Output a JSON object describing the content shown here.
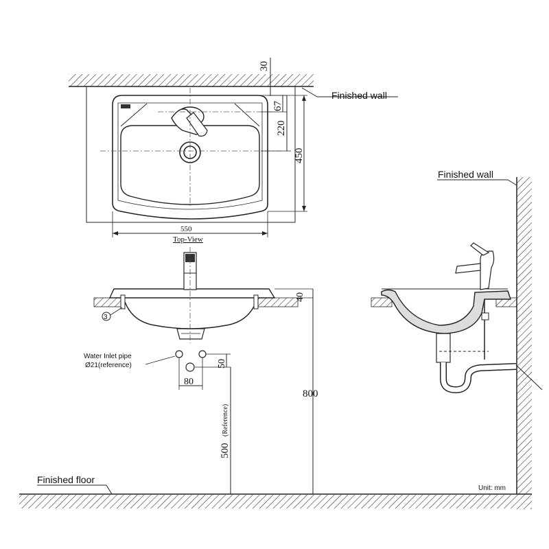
{
  "labels": {
    "finished_wall_top": "Finished wall",
    "finished_wall_side": "Finished wall",
    "finished_floor": "Finished floor",
    "top_view": "Top-View",
    "water_inlet_line1": "Water Inlet pipe",
    "water_inlet_line2": "Ø21(reference)",
    "unit": "Unit: mm",
    "callout_3": "3"
  },
  "dimensions": {
    "d30": "30",
    "d67": "67",
    "d220": "220",
    "d450": "450",
    "d550": "550",
    "d40": "40",
    "d800": "800",
    "d50": "50",
    "d80": "80",
    "d500": "500",
    "d500_note": "(Reference)"
  }
}
